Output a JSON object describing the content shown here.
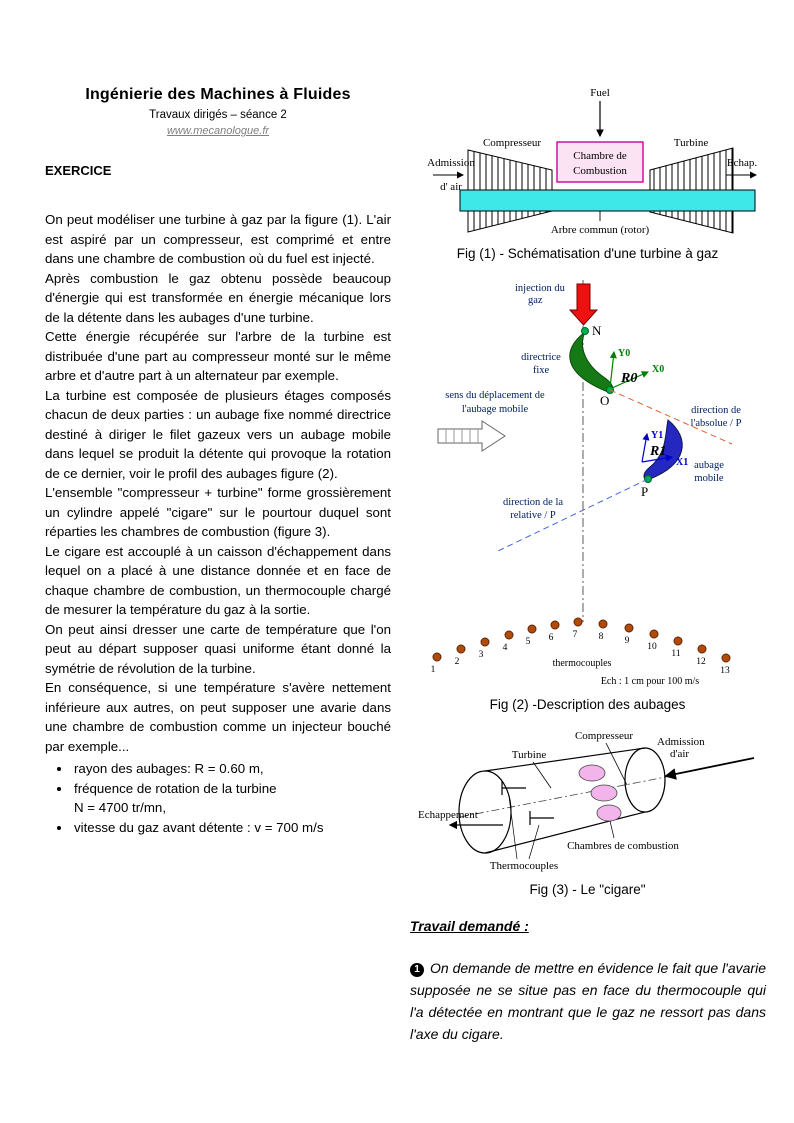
{
  "header": {
    "title": "Ingénierie des Machines à Fluides",
    "subtitle": "Travaux dirigés – séance 2",
    "website": "www.mecanologue.fr"
  },
  "exercise": {
    "heading": "EXERCICE",
    "paragraphs": [
      "On peut modéliser une turbine à gaz par la figure (1). L'air est aspiré par un compresseur, est comprimé et entre dans une chambre de combustion où du fuel est injecté.",
      "Après combustion le gaz obtenu possède beaucoup d'énergie qui est transformée en énergie mécanique lors de la détente dans les aubages d'une turbine.",
      "Cette énergie récupérée sur l'arbre de la turbine est distribuée d'une part au compresseur monté sur le même arbre et d'autre part à un alternateur par exemple.",
      "La turbine est composée de plusieurs étages composés chacun de deux parties : un aubage fixe nommé directrice destiné à diriger le filet gazeux vers un aubage mobile dans lequel se produit la détente qui provoque la rotation de ce dernier, voir le profil des aubages figure (2).",
      "L'ensemble \"compresseur + turbine\" forme grossièrement un cylindre appelé \"cigare\" sur le pourtour duquel sont réparties les chambres de combustion (figure 3).",
      "Le cigare est accouplé à un caisson d'échappement dans lequel on a placé à une distance donnée et en face de chaque chambre de combustion, un thermocouple chargé de mesurer la température du gaz à la sortie.",
      "On peut ainsi dresser une carte de température que l'on peut au départ supposer quasi uniforme étant donné la symétrie de révolution de la turbine.",
      "En conséquence, si une température s'avère nettement inférieure aux autres, on peut supposer une avarie dans une chambre de combustion comme un injecteur bouché par exemple..."
    ],
    "bullets": {
      "b1": "rayon des aubages:  R = 0.60 m,",
      "b2_line1": "fréquence de rotation de la turbine",
      "b2_line2": "N = 4700 tr/mn,",
      "b3": "vitesse du gaz avant détente : v = 700 m/s"
    }
  },
  "fig1": {
    "caption": "Fig (1) - Schématisation d'une turbine à gaz",
    "fuel": "Fuel",
    "compresseur": "Compresseur",
    "turbine": "Turbine",
    "chambre_line1": "Chambre de",
    "chambre_line2": "Combustion",
    "admission_line1": "Admission",
    "admission_line2": "d' air",
    "echap": "Echap.",
    "arbre": "Arbre commun (rotor)"
  },
  "fig2": {
    "caption": "Fig (2) -Description des aubages",
    "injection_line1": "injection du",
    "injection_line2": "gaz",
    "point_n": "N",
    "directrice_line1": "directrice",
    "directrice_line2": "fixe",
    "y0": "Y0",
    "x0": "X0",
    "r0": "R0",
    "point_o": "O",
    "sens_line1": "sens du déplacement de",
    "sens_line2": "l'aubage mobile",
    "absolue_line1": "direction de",
    "absolue_line2": "l'absolue / P",
    "y1": "Y1",
    "x1": "X1",
    "r1": "R1",
    "aubage_line1": "aubage",
    "aubage_line2": "mobile",
    "point_p": "P",
    "relative_line1": "direction de la",
    "relative_line2": "relative / P",
    "thermocouples": "thermocouples",
    "echelle": "Ech : 1 cm pour 100 m/s",
    "thermo_numbers": [
      "1",
      "2",
      "3",
      "4",
      "5",
      "6",
      "7",
      "8",
      "9",
      "10",
      "11",
      "12",
      "13"
    ]
  },
  "fig3": {
    "caption": "Fig (3) - Le \"cigare\"",
    "compresseur": "Compresseur",
    "admission_line1": "Admission",
    "admission_line2": "d'air",
    "turbine": "Turbine",
    "echappement": "Echappement",
    "thermocouples": "Thermocouples",
    "chambres": "Chambres de combustion"
  },
  "travail": {
    "heading": "Travail demandé :",
    "item1_marker": "1",
    "item1_text": "On demande de mettre en évidence le fait que l'avarie supposée ne se situe pas en face du thermocouple qui l'a détectée en montrant que le gaz ne ressort pas dans l'axe du cigare."
  },
  "colors": {
    "shaft_cyan": "#3fe8e8",
    "chamber_border_pink": "#cc0099",
    "label_navy": "#002060",
    "axis_green": "#008000",
    "axis_blue": "#0000cc",
    "injection_red": "#ee1111",
    "thermo_dot_rust": "#b24a0a"
  }
}
